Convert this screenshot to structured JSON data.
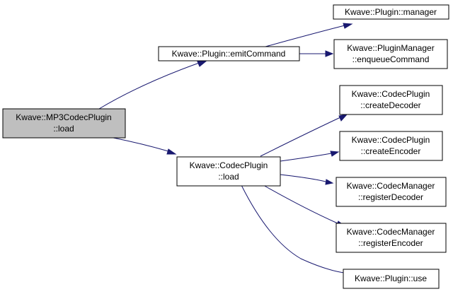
{
  "diagram": {
    "colors": {
      "edge": "#191970",
      "root_fill": "#bfbfbf",
      "node_fill": "#ffffff",
      "border": "#000000"
    },
    "nodes": [
      {
        "id": "mp3-load",
        "lines": [
          "Kwave::MP3CodecPlugin",
          "::load"
        ],
        "highlighted": true
      },
      {
        "id": "emit-command",
        "lines": [
          "Kwave::Plugin::emitCommand"
        ]
      },
      {
        "id": "codec-load",
        "lines": [
          "Kwave::CodecPlugin",
          "::load"
        ]
      },
      {
        "id": "plugin-manager",
        "lines": [
          "Kwave::Plugin::manager"
        ]
      },
      {
        "id": "enqueue-command",
        "lines": [
          "Kwave::PluginManager",
          "::enqueueCommand"
        ]
      },
      {
        "id": "create-decoder",
        "lines": [
          "Kwave::CodecPlugin",
          "::createDecoder"
        ]
      },
      {
        "id": "create-encoder",
        "lines": [
          "Kwave::CodecPlugin",
          "::createEncoder"
        ]
      },
      {
        "id": "register-decoder",
        "lines": [
          "Kwave::CodecManager",
          "::registerDecoder"
        ]
      },
      {
        "id": "register-encoder",
        "lines": [
          "Kwave::CodecManager",
          "::registerEncoder"
        ]
      },
      {
        "id": "plugin-use",
        "lines": [
          "Kwave::Plugin::use"
        ]
      }
    ],
    "edges": [
      {
        "from": "mp3-load",
        "to": "emit-command"
      },
      {
        "from": "mp3-load",
        "to": "codec-load"
      },
      {
        "from": "emit-command",
        "to": "plugin-manager"
      },
      {
        "from": "emit-command",
        "to": "enqueue-command"
      },
      {
        "from": "codec-load",
        "to": "create-decoder"
      },
      {
        "from": "codec-load",
        "to": "create-encoder"
      },
      {
        "from": "codec-load",
        "to": "register-decoder"
      },
      {
        "from": "codec-load",
        "to": "register-encoder"
      },
      {
        "from": "codec-load",
        "to": "plugin-use"
      }
    ]
  }
}
